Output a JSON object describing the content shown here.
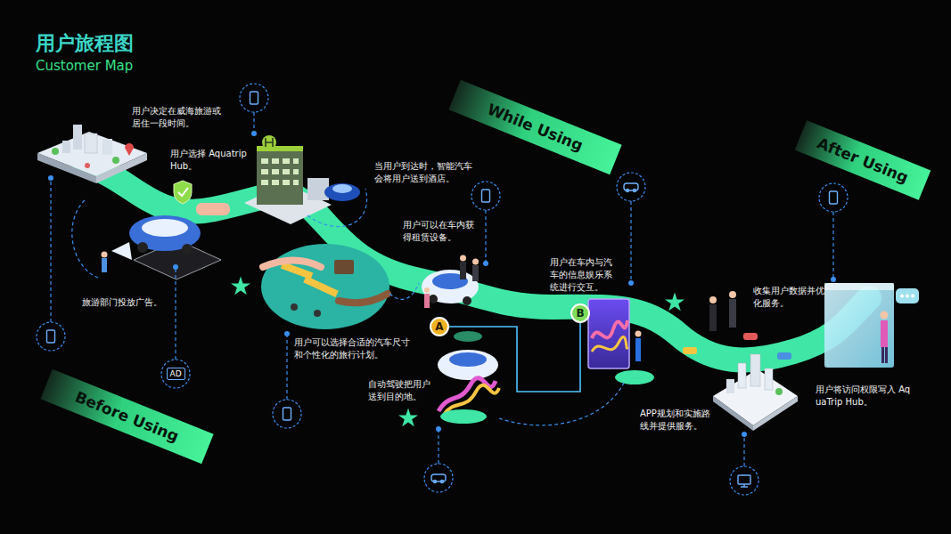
{
  "diagram": {
    "title": "用户旅程图",
    "nodes": [
      {
        "text": [
          "Before Using"
        ]
      },
      {
        "text": [
          "While Using"
        ]
      },
      {
        "text": [
          "After Using"
        ]
      },
      {
        "text": [
          "AD"
        ]
      },
      {
        "text": [
          "A"
        ]
      },
      {
        "text": [
          "B"
        ]
      }
    ],
    "edges": [
      {
        "from": 4,
        "to": 5,
        "arrow": "none"
      }
    ],
    "labels": [
      "Customer Map",
      "用户决定在威海旅游或居住一段时间。",
      "用户选择 Aquatrip Hub。",
      "当用户到达时，智能汽车会将用户送到酒店。",
      "旅游部门投放广告。",
      "用户可以选择合适的汽车尺寸和个性化的旅行计划。",
      "用户可以在车内获得租赁设备。",
      "自动驾驶把用户送到目的地。",
      "用户在车内与汽车的信息娱乐系统进行交互。",
      "APP规划和实施路线并提供服务。",
      "收集用户数据并优化服务。",
      "用户将访问权限写入 AquaTrip Hub。"
    ]
  }
}
